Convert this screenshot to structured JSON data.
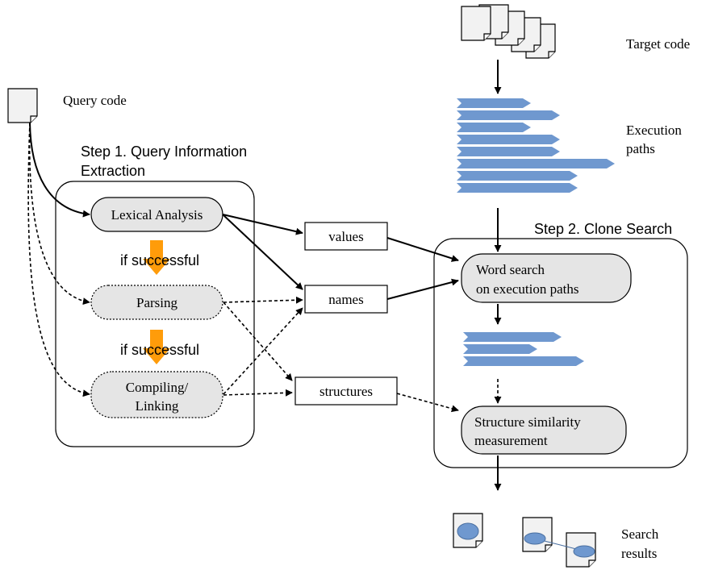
{
  "labels": {
    "target_code": "Target code",
    "query_code": "Query code",
    "execution_paths_1": "Execution",
    "execution_paths_2": "paths",
    "step1_line1": "Step 1. Query Information",
    "step1_line2": "Extraction",
    "step2": "Step 2. Clone Search",
    "if_successful_1": "if successful",
    "if_successful_2": "if successful",
    "search_results_1": "Search",
    "search_results_2": "results"
  },
  "nodes": {
    "lexical_analysis": "Lexical Analysis",
    "parsing": "Parsing",
    "compiling_1": "Compiling/",
    "compiling_2": "Linking",
    "values": "values",
    "names": "names",
    "structures": "structures",
    "word_search_1": "Word search",
    "word_search_2": "on execution paths",
    "structure_similarity_1": "Structure similarity",
    "structure_similarity_2": "measurement"
  },
  "colors": {
    "path_arrow": "#6f98cf",
    "orange_arrow": "#ff9c0a",
    "node_fill": "#e5e5e5",
    "result_ellipse": "#6f98cf",
    "line": "#000000"
  },
  "icons": {
    "document": "document-icon",
    "execution_path": "execution-path-arrow",
    "search_result": "search-result-document-icon"
  }
}
